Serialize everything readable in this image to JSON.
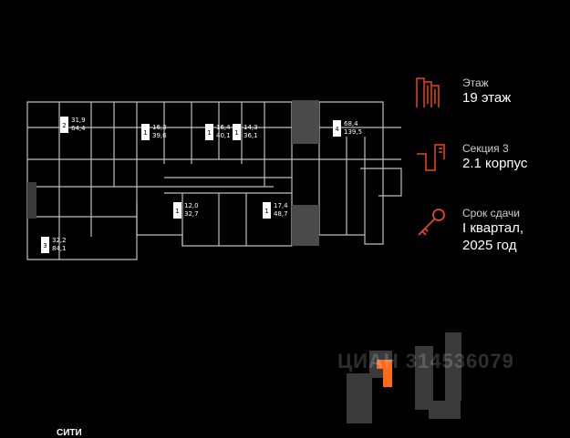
{
  "floor": {
    "label": "Этаж",
    "value": "19 этаж"
  },
  "section": {
    "label": "Секция 3",
    "value": "2.1 корпус"
  },
  "delivery": {
    "label": "Срок сдачи",
    "value_line1": "I квартал,",
    "value_line2": "2025 год"
  },
  "accent_color": "#e8461e",
  "highlight_color": "#ff6a1a",
  "units": [
    {
      "rooms": "2",
      "area": "31,9",
      "living": "64,4"
    },
    {
      "rooms": "1",
      "area": "16,3",
      "living": "39,6"
    },
    {
      "rooms": "1",
      "area": "16,4",
      "living": "40,1"
    },
    {
      "rooms": "1",
      "area": "14,3",
      "living": "36,1"
    },
    {
      "rooms": "4",
      "area": "68,4",
      "living": "139,5"
    },
    {
      "rooms": "1",
      "area": "12,0",
      "living": "32,7"
    },
    {
      "rooms": "1",
      "area": "17,4",
      "living": "48,7"
    },
    {
      "rooms": "3",
      "area": "32,2",
      "living": "84,1"
    }
  ],
  "watermark": "ЦИАН 314536079",
  "logo_text": "СИТИ"
}
